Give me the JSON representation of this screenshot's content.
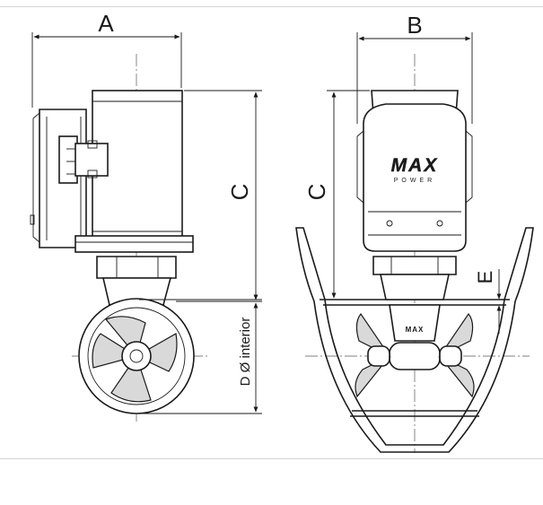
{
  "diagram": {
    "labels": {
      "a": "A",
      "b": "B",
      "c_left": "C",
      "c_right": "C",
      "d_interior": "D Ø interior",
      "e": "E"
    },
    "brand": {
      "logo_text": "MAX",
      "logo_subtext": "POWER",
      "small_logo_text": "MAX"
    },
    "colors": {
      "line": "#1a1a1a",
      "shade": "#d9d9d9",
      "background": "#ffffff"
    }
  }
}
